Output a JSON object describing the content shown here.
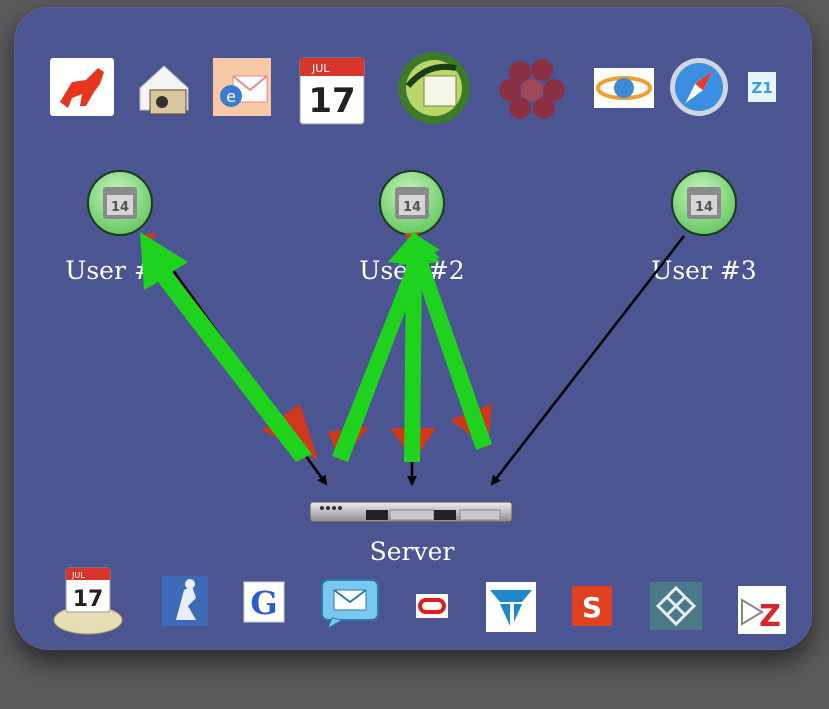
{
  "users": [
    {
      "label": "User #1",
      "calendar_day": "14"
    },
    {
      "label": "User #2",
      "calendar_day": "14"
    },
    {
      "label": "User #3",
      "calendar_day": "14"
    }
  ],
  "server": {
    "label": "Server"
  },
  "top_icons": [
    {
      "name": "red-dog-app-icon"
    },
    {
      "name": "mail-stamp-icon"
    },
    {
      "name": "e-mail-envelope-icon"
    },
    {
      "name": "ical-calendar-icon",
      "month": "JUL",
      "day": "17"
    },
    {
      "name": "sunbird-calendar-icon"
    },
    {
      "name": "grape-cluster-icon"
    },
    {
      "name": "globe-sync-icon"
    },
    {
      "name": "safari-compass-icon"
    },
    {
      "name": "z1-icon",
      "text": "Z1"
    }
  ],
  "bottom_icons": [
    {
      "name": "calendar-server-icon",
      "month": "JUL",
      "day": "17"
    },
    {
      "name": "praying-figure-icon"
    },
    {
      "name": "google-g-icon",
      "text": "G"
    },
    {
      "name": "chat-mail-icon"
    },
    {
      "name": "oracle-icon"
    },
    {
      "name": "cube-logo-icon"
    },
    {
      "name": "s-logo-icon",
      "text": "S"
    },
    {
      "name": "knot-pattern-icon"
    },
    {
      "name": "mail-z-icon",
      "text": "Z"
    }
  ],
  "colors": {
    "page_bg": "#5a5a5c",
    "panel_bg": "#4b5592",
    "sync_arrow": "#1ed21e",
    "sync_arrowhead": "#d0381e",
    "connector": "#000000",
    "calendar_badge": "#8ee08a"
  }
}
